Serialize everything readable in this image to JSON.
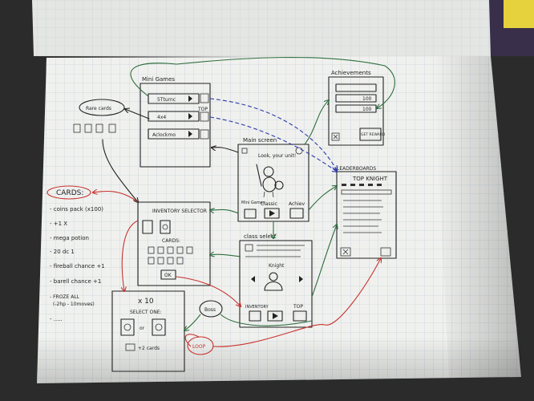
{
  "colors": {
    "paper": "#f1f2ef",
    "grid": "#b7c7d9",
    "ink": "#222222",
    "red_ink": "#c73330",
    "green_ink": "#2f6e3e",
    "blue_ink": "#2c3aa8",
    "table": "#2a2a2a"
  },
  "sketch": {
    "mini_games": {
      "title": "Mini Games",
      "rows": [
        "5Tturnc",
        "4x4",
        "Aclockmo"
      ],
      "top_label": "TOP"
    },
    "rare_cards": {
      "label": "Rare cards"
    },
    "achievements": {
      "title": "Achievements",
      "rows": [
        "100",
        "100"
      ],
      "get_button": "GET REWARD"
    },
    "main_screen": {
      "title": "Main screen",
      "speech": "Look, your unit!",
      "buttons": [
        "Mini Games",
        "Classic",
        "Achiev"
      ]
    },
    "leaderboards": {
      "title": "LEADERBOARDS",
      "subtitle": "TOP KNIGHT"
    },
    "inventory": {
      "title": "INVENTORY SELECTOR",
      "cards_label": "CARDS:",
      "ok_button": "OK"
    },
    "class_select": {
      "title": "class select",
      "hero_name": "Knight",
      "buttons": [
        "INVENTORY",
        "TOP"
      ]
    },
    "cards_list": {
      "heading": "CARDS:",
      "items": [
        "- coins pack (x100)",
        "- +1 X",
        "- mega potion",
        "- 20 dc 1",
        "- fireball chance +1",
        "- barell chance +1",
        "- FROZE ALL",
        "(-2hp - 10moves)",
        "- ....."
      ]
    },
    "reward_box": {
      "multiplier": "x 10",
      "prompt": "SELECT ONE:",
      "or_label": "or",
      "footer": "+2 cards"
    },
    "boss_label": "Boss",
    "loop_label": "LOOP"
  }
}
